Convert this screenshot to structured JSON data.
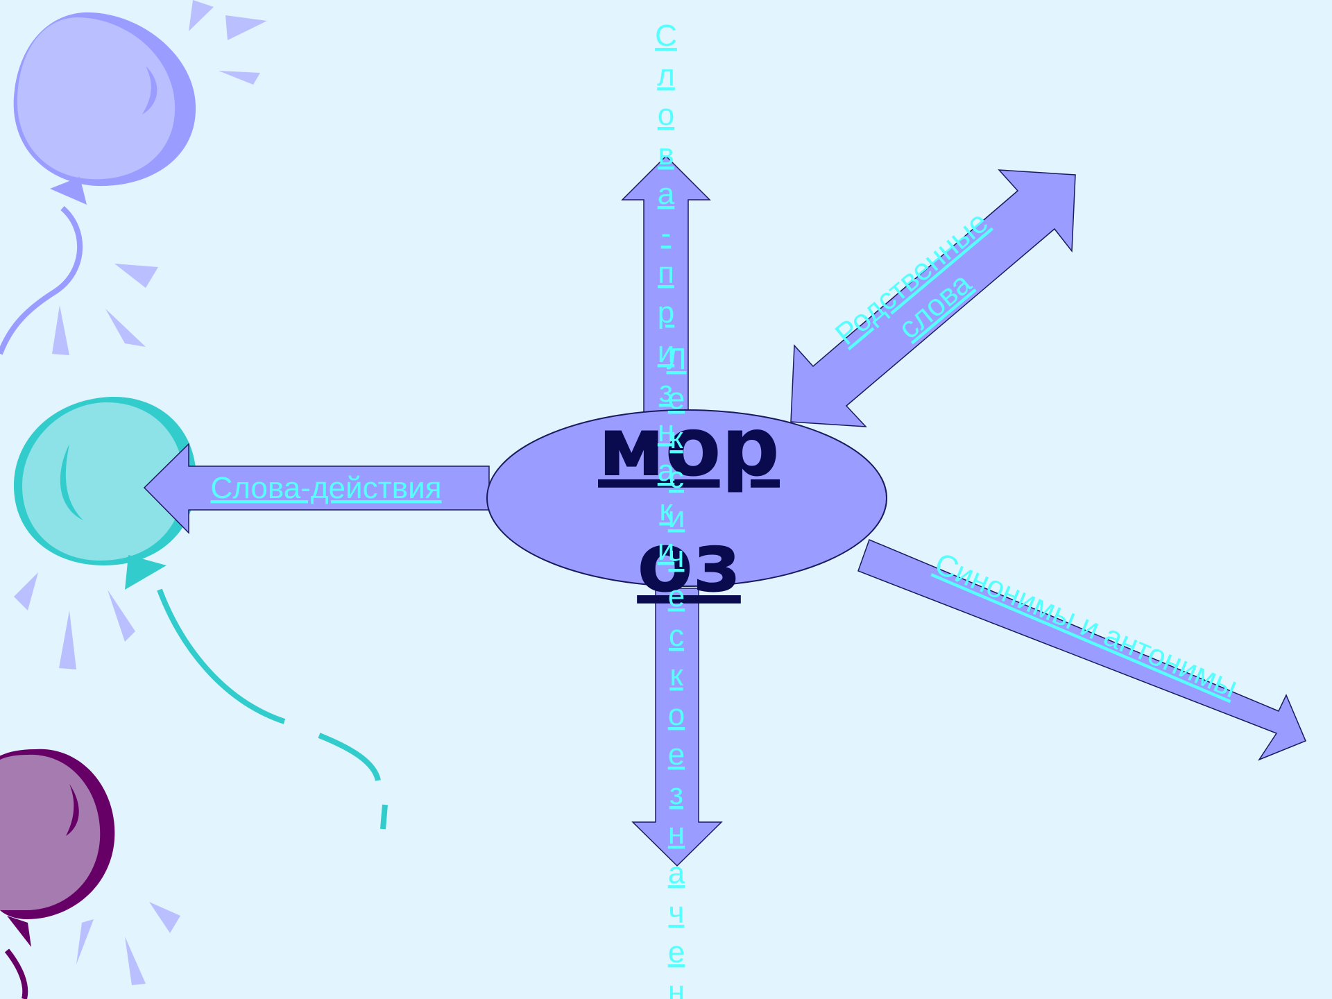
{
  "slide": {
    "background": "#e2f4fd",
    "center": {
      "line1": "мор",
      "line2": "оз",
      "fill": "#9b9cff",
      "text_color": "#0a0a4f"
    },
    "links": {
      "left": "Слова-действия",
      "top": "Слова-признаки",
      "top_vertical": "С л о в а - п р и з н а к и",
      "bottom": "Лексическое значение",
      "bottom_vertical": "Л е к с и ч е с к о е з н а ч е н",
      "upper_right_line1": "Родственные",
      "upper_right_line2": "слова",
      "lower_right": "Синонимы и антонимы"
    },
    "link_color": "#55ffff",
    "arrow_fill": "#9b9cff",
    "balloons": [
      {
        "name": "balloon-lavender",
        "fill": "#babfff",
        "shade": "#9b9cff"
      },
      {
        "name": "balloon-teal",
        "fill": "#8ce2e6",
        "shade": "#33cccc"
      },
      {
        "name": "balloon-purple",
        "fill": "#a67bb0",
        "shade": "#660066"
      }
    ]
  }
}
